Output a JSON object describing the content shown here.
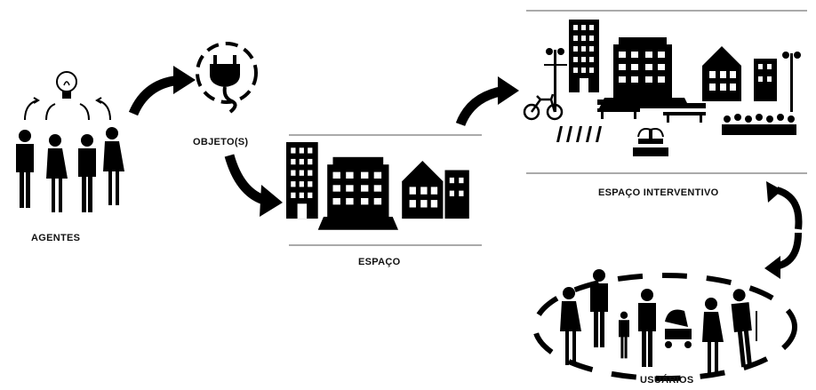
{
  "labels": {
    "agentes": "AGENTES",
    "objeto": "OBJETO(S)",
    "espaco": "ESPAÇO",
    "espaco_interventivo": "ESPAÇO INTERVENTIVO",
    "usuarios": "USUÁRIOS"
  },
  "icons": [
    "lightbulb-icon",
    "plug-icon",
    "people-icon",
    "buildings-icon",
    "bicycle-icon",
    "lamppost-icon",
    "bench-icon",
    "fountain-icon",
    "crosswalk-icon",
    "flowers-icon",
    "curved-arrow-icon"
  ],
  "colors": {
    "ink": "#000000",
    "background": "#ffffff"
  }
}
